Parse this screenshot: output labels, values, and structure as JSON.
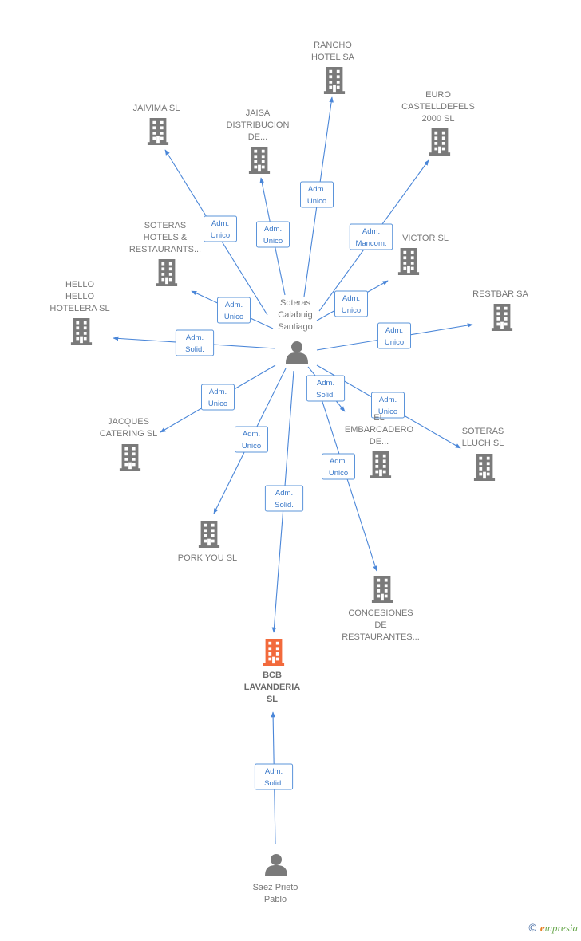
{
  "colors": {
    "edge": "#4a86d8",
    "box_border": "#5b94da",
    "box_text": "#3a78c8",
    "node_gray": "#7a7a7a",
    "node_highlight": "#f26a3c",
    "label": "#777777"
  },
  "nodes": [
    {
      "id": "soteras",
      "kind": "person",
      "lines": [
        "Soteras",
        "Calabuig",
        "Santiago"
      ]
    },
    {
      "id": "saez",
      "kind": "person",
      "lines": [
        "Saez Prieto",
        "Pablo"
      ]
    },
    {
      "id": "bcb",
      "kind": "company",
      "highlight": true,
      "lines": [
        "BCB",
        "LAVANDERIA",
        "SL"
      ]
    },
    {
      "id": "rancho",
      "kind": "company",
      "lines": [
        "RANCHO",
        "HOTEL SA"
      ]
    },
    {
      "id": "jaivima",
      "kind": "company",
      "lines": [
        "JAIVIMA  SL"
      ]
    },
    {
      "id": "jaisa",
      "kind": "company",
      "lines": [
        "JAISA",
        "DISTRIBUCION",
        "DE..."
      ]
    },
    {
      "id": "euro",
      "kind": "company",
      "lines": [
        "EURO",
        "CASTELLDEFELS",
        "2000 SL"
      ]
    },
    {
      "id": "soterashotels",
      "kind": "company",
      "lines": [
        "SOTERAS",
        "HOTELS &",
        "RESTAURANTS..."
      ]
    },
    {
      "id": "victor",
      "kind": "company",
      "lines": [
        "VICTOR SL"
      ]
    },
    {
      "id": "hello",
      "kind": "company",
      "lines": [
        "HELLO",
        "HELLO",
        "HOTELERA  SL"
      ]
    },
    {
      "id": "restbar",
      "kind": "company",
      "lines": [
        "RESTBAR SA"
      ]
    },
    {
      "id": "jacques",
      "kind": "company",
      "lines": [
        "JACQUES",
        "CATERING  SL"
      ]
    },
    {
      "id": "embarcadero",
      "kind": "company",
      "lines": [
        "EL",
        "EMBARCADERO",
        "DE..."
      ]
    },
    {
      "id": "soteraslluch",
      "kind": "company",
      "lines": [
        "SOTERAS",
        "LLUCH  SL"
      ]
    },
    {
      "id": "pork",
      "kind": "company",
      "lines": [
        "PORK YOU  SL"
      ]
    },
    {
      "id": "concesiones",
      "kind": "company",
      "lines": [
        "CONCESIONES",
        "DE",
        "RESTAURANTES..."
      ]
    }
  ],
  "edges": [
    {
      "from": "soteras",
      "to": "rancho",
      "lines": [
        "Adm.",
        "Unico"
      ]
    },
    {
      "from": "soteras",
      "to": "jaivima",
      "lines": [
        "Adm.",
        "Unico"
      ]
    },
    {
      "from": "soteras",
      "to": "jaisa",
      "lines": [
        "Adm.",
        "Unico"
      ]
    },
    {
      "from": "soteras",
      "to": "euro",
      "lines": [
        "Adm.",
        "Mancom."
      ]
    },
    {
      "from": "soteras",
      "to": "soterashotels",
      "lines": [
        "Adm.",
        "Unico"
      ]
    },
    {
      "from": "soteras",
      "to": "victor",
      "lines": [
        "Adm.",
        "Unico"
      ]
    },
    {
      "from": "soteras",
      "to": "hello",
      "lines": [
        "Adm.",
        "Solid."
      ]
    },
    {
      "from": "soteras",
      "to": "restbar",
      "lines": [
        "Adm.",
        "Unico"
      ]
    },
    {
      "from": "soteras",
      "to": "jacques",
      "lines": [
        "Adm.",
        "Unico"
      ]
    },
    {
      "from": "soteras",
      "to": "embarcadero",
      "lines": [
        "Adm.",
        "Solid."
      ]
    },
    {
      "from": "soteras",
      "to": "soteraslluch",
      "lines": [
        "Adm.",
        "Unico"
      ]
    },
    {
      "from": "soteras",
      "to": "pork",
      "lines": [
        "Adm.",
        "Unico"
      ]
    },
    {
      "from": "soteras",
      "to": "bcb",
      "lines": [
        "Adm.",
        "Solid."
      ]
    },
    {
      "from": "soteras",
      "to": "concesiones",
      "lines": [
        "Adm.",
        "Unico"
      ]
    },
    {
      "from": "saez",
      "to": "bcb",
      "lines": [
        "Adm.",
        "Solid."
      ]
    }
  ],
  "watermark": {
    "copyright": "©",
    "brand_initial": "e",
    "brand_rest": "mpresia"
  }
}
